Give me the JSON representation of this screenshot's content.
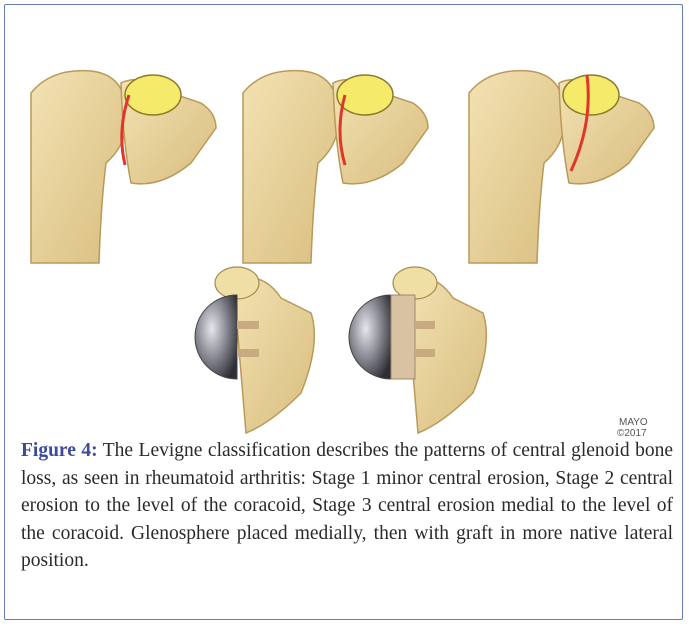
{
  "figure": {
    "watermark_org": "MAYO",
    "watermark_year": "©2017"
  },
  "caption": {
    "label": "Figure 4:",
    "text": " The Levigne classification describes the patterns of central glenoid bone loss, as seen in rheumatoid arthritis: Stage 1 minor central erosion, Stage 2 central erosion to the level of the coracoid, Stage 3 central erosion medial to the level of the coracoid. Glenosphere placed medially, then with graft in more native lateral position."
  },
  "colors": {
    "bone": "#ecd7a0",
    "bone_shadow": "#cdb070",
    "coracoid": "#f6ea6a",
    "erosion_line": "#e0352b",
    "frame": "#6b7bb5",
    "caption_label": "#3d4a9c"
  }
}
